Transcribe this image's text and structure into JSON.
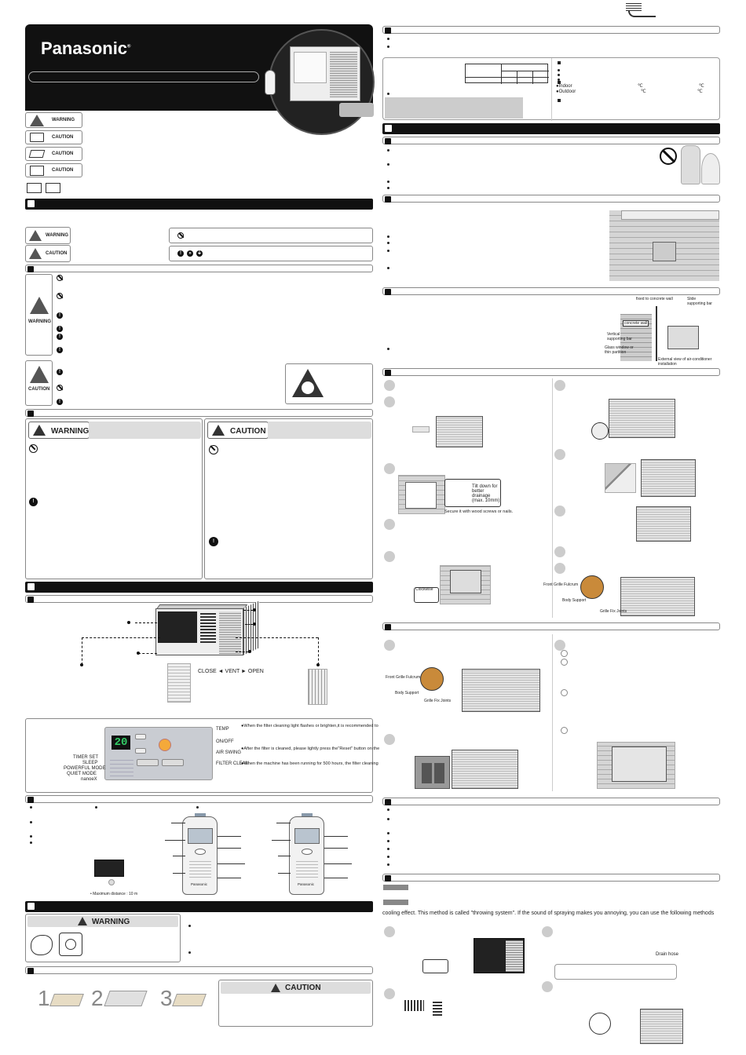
{
  "header": {
    "brand": "Panasonic",
    "registered": "®"
  },
  "icons": {
    "warning_label": "WARNING",
    "caution_label": "CAUTION"
  },
  "symbols": {
    "warning": "WARNING",
    "caution": "CAUTION"
  },
  "safety_boxes": {
    "warning": "WARNING",
    "caution": "CAUTION"
  },
  "precautions": {
    "warning": "WARNING",
    "caution": "CAUTION"
  },
  "control_panel": {
    "display": "20",
    "labels_right": [
      "TEMP",
      "ON/OFF",
      "AIR SWING",
      "FILTER CLEAN"
    ],
    "labels_left": [
      "TIMER SET",
      "SLEEP",
      "POWERFUL MODE",
      "QUIET MODE",
      "nanoeX"
    ],
    "notes": [
      "●When the filter cleaning light flashes or brighten,it is recommended to",
      "●After the filter is cleaned, please lightly press the\"Reset\" button on the",
      "●When the machine has been running for 500 hours, the filter cleaning"
    ]
  },
  "vent": {
    "label": "CLOSE ◄ VENT ► OPEN"
  },
  "remote": {
    "distance": "• Maximum distance : 10 m",
    "brand": "Panasonic"
  },
  "plug_section": {
    "warning": "WARNING"
  },
  "install_steps": {
    "numbers": [
      "1",
      "2",
      "3"
    ],
    "caution": "CAUTION"
  },
  "spec_table": {
    "indoor": "●Indoor",
    "outdoor": "●Outdoor",
    "unit": "℃"
  },
  "install_diagram": {
    "fixed": "fixed to concrete wall",
    "slide": "Slide supporting bar",
    "concrete": "concrete wall",
    "vertical": "Vertical supporting bar",
    "glass": "Glass window or thin partition",
    "external": "External view of air-conditioner installation"
  },
  "frame_install": {
    "tilt": "Tilt down for better drainage (max. 10mm)",
    "secure": "Secure it with wood screws or nails.",
    "clockwise": "Clockwise"
  },
  "grille": {
    "fulcrum": "Front Grille Fulcrum",
    "body": "Body Support",
    "fix": "Grille Fix Joints"
  },
  "throwing": {
    "text": "cooling effect. This method is called \"throwing system\". If the sound of spraying makes you annoying, you can use the following methods",
    "drain": "Drain hose"
  }
}
